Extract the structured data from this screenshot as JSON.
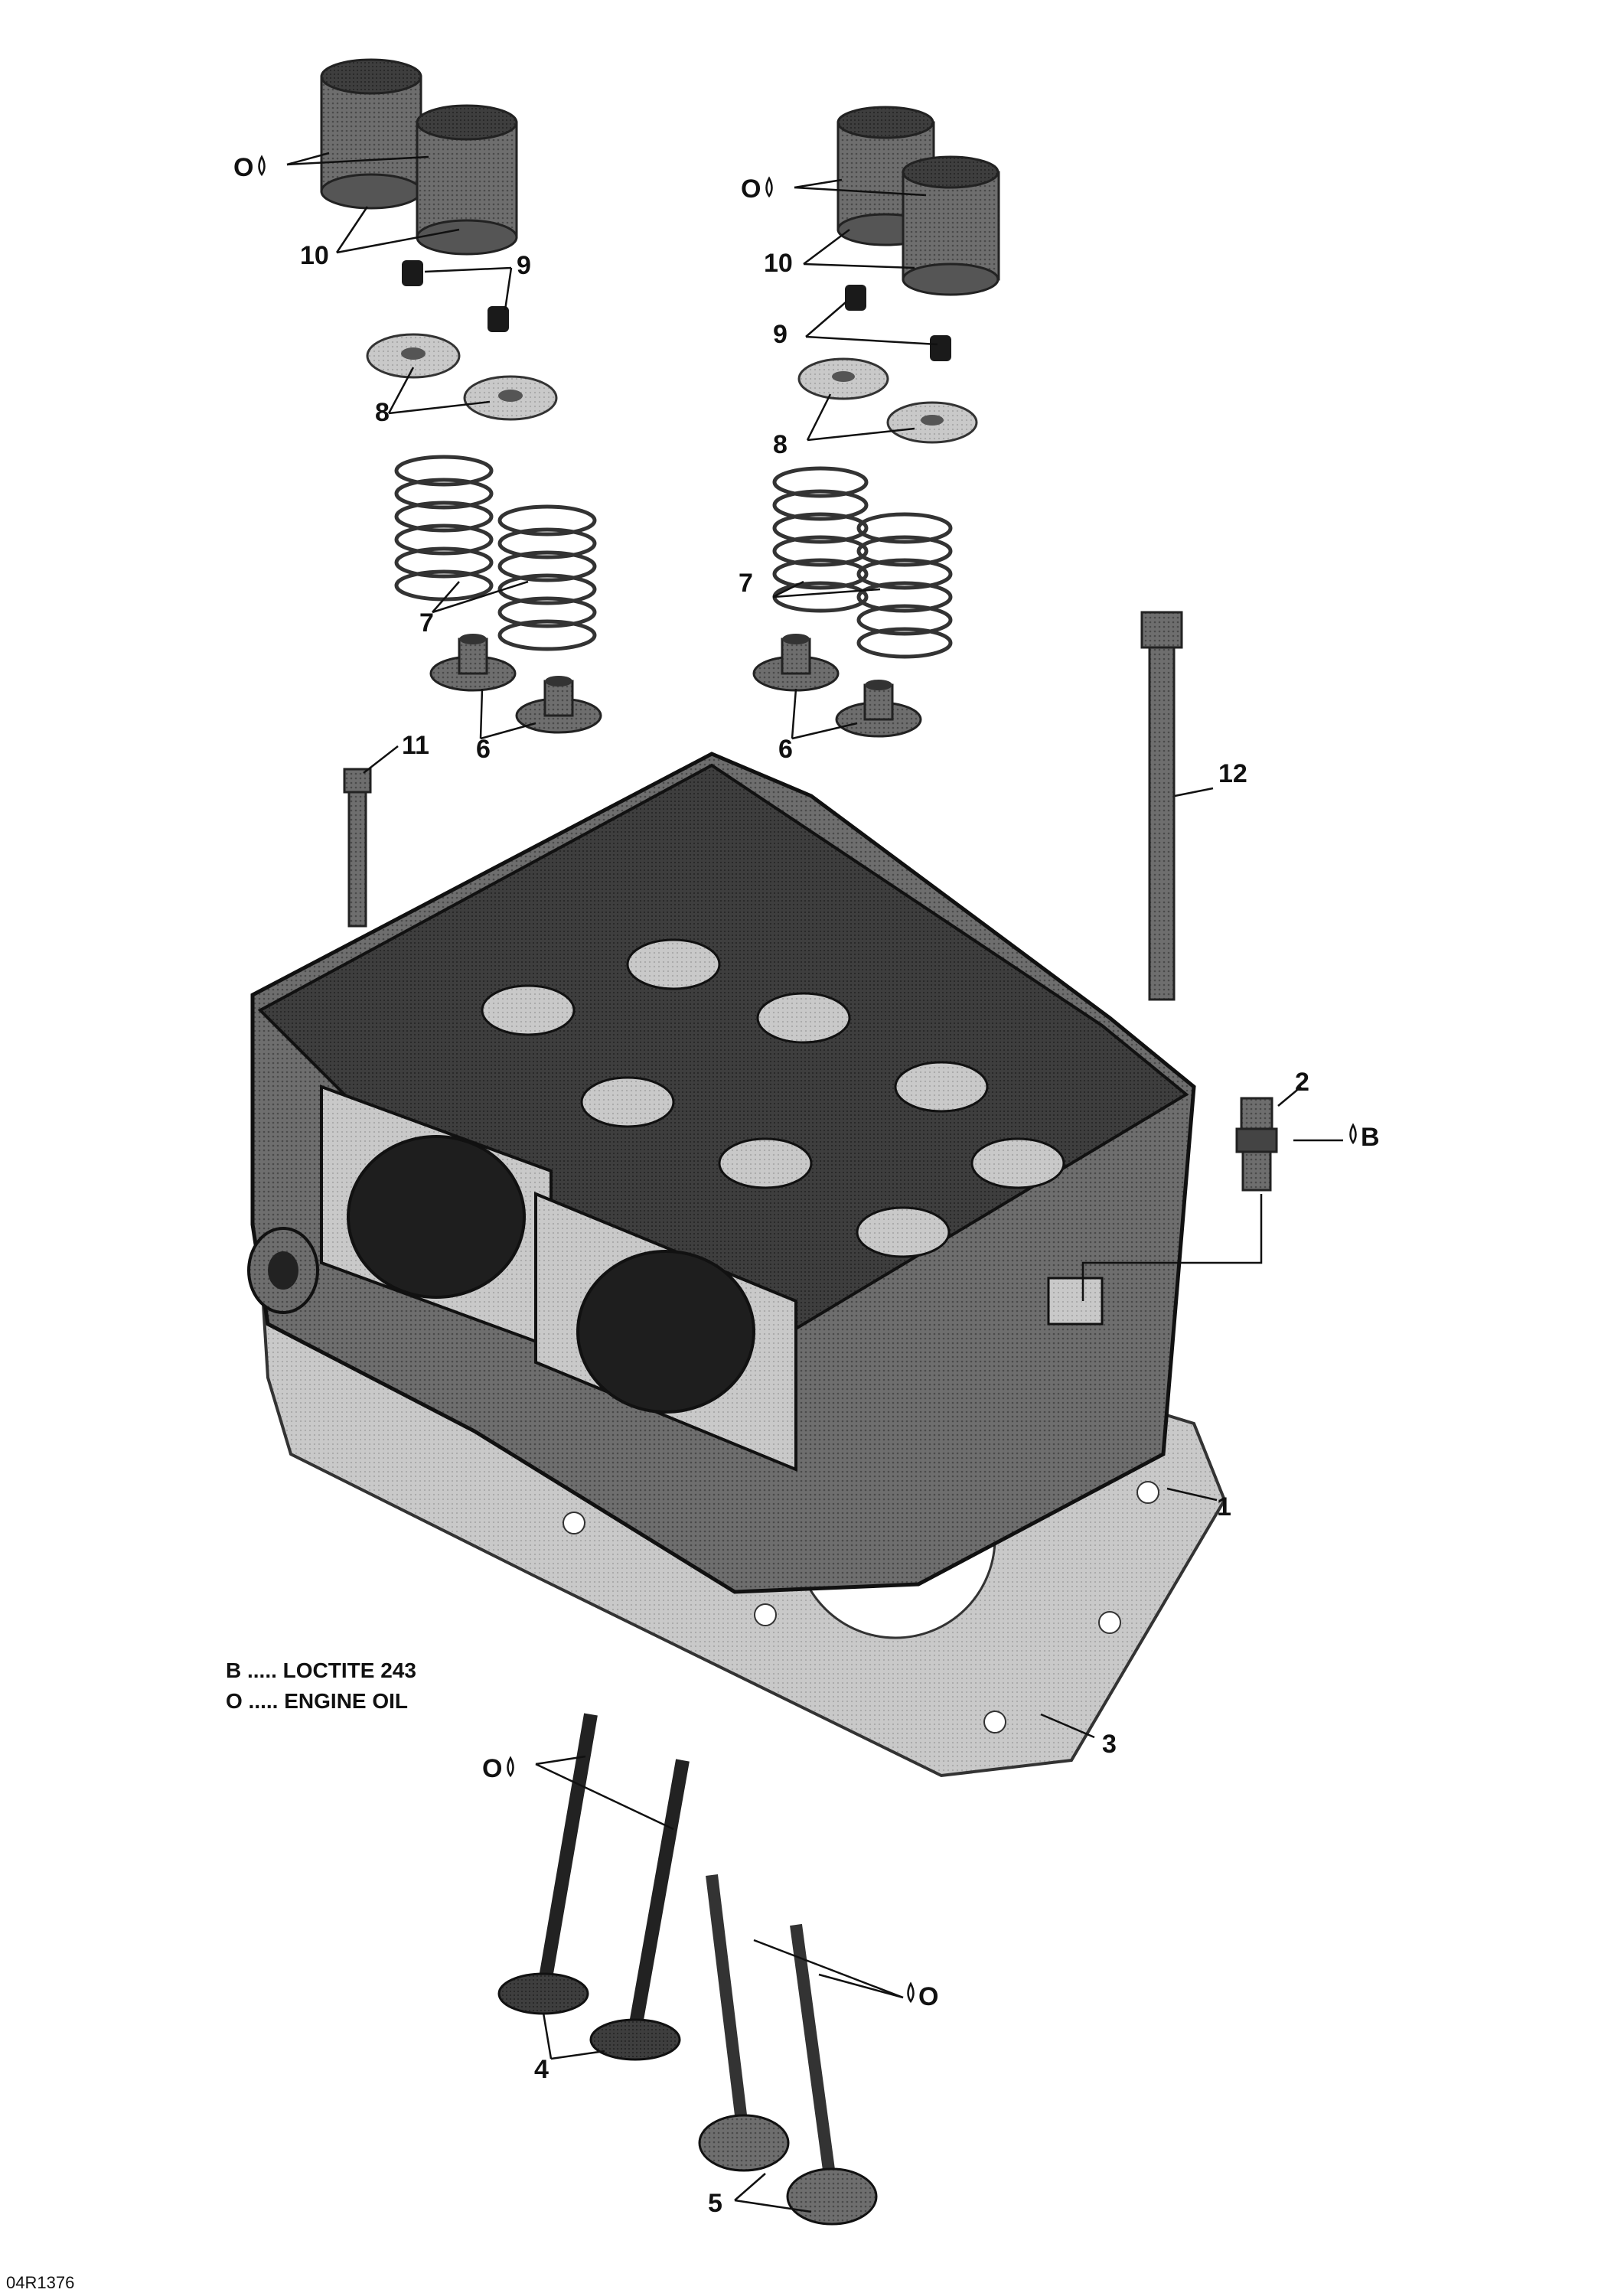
{
  "callouts": {
    "c1": "1",
    "c2": "2",
    "c3": "3",
    "c4": "4",
    "c5": "5",
    "c6a": "6",
    "c6b": "6",
    "c7a": "7",
    "c7b": "7",
    "c8a": "8",
    "c8b": "8",
    "c9a": "9",
    "c9b": "9",
    "c10a": "10",
    "c10b": "10",
    "c11": "11",
    "c12": "12"
  },
  "symbols": {
    "oil_tl": "O⁢",
    "oil_tr": "O",
    "oil_valves_l": "O",
    "oil_valves_r": "O",
    "loctite": "B"
  },
  "legend": {
    "line_b": "B ..... LOCTITE 243",
    "line_o": "O ..... ENGINE OIL"
  },
  "reference": "04R1376"
}
